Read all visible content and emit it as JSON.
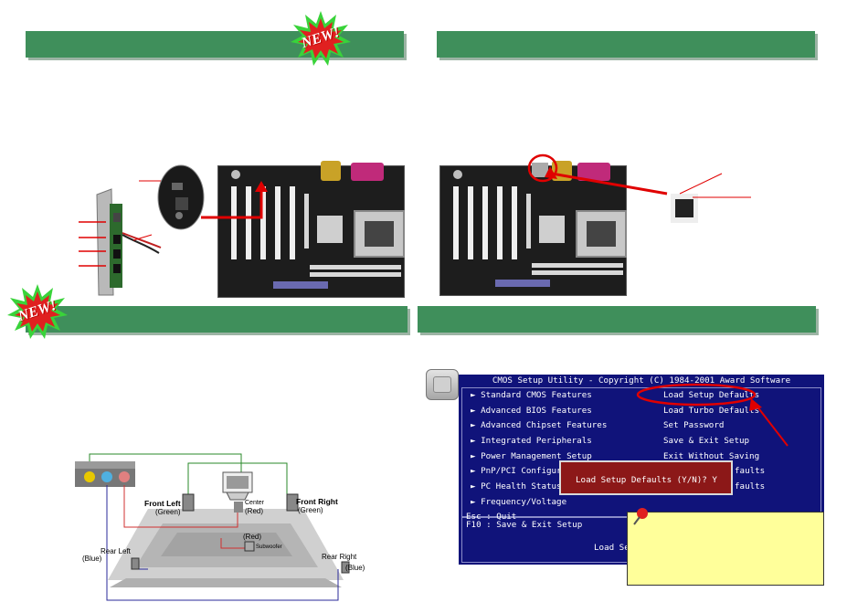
{
  "badges": {
    "new_top": "NEW!",
    "new_left": "NEW!"
  },
  "speaker": {
    "front_left": "Front Left",
    "front_left_color": "(Green)",
    "center": "Center",
    "center_color": "(Red)",
    "front_right": "Front Right",
    "front_right_color": "(Green)",
    "sub_color": "(Red)",
    "subwoofer": "Subwoofer",
    "rear_left": "Rear Left",
    "rear_left_color": "(Blue)",
    "rear_right": "Rear Right",
    "rear_right_color": "(Blue)"
  },
  "cmos": {
    "title": "CMOS Setup Utility - Copyright (C) 1984-2001 Award Software",
    "left_menu": [
      "► Standard CMOS Features",
      "► Advanced BIOS Features",
      "► Advanced Chipset Features",
      "► Integrated Peripherals",
      "► Power Management Setup",
      "► PnP/PCI Configura",
      "► PC Health Status",
      "► Frequency/Voltage"
    ],
    "right_menu": [
      "Load Setup Defaults",
      "Load Turbo Defaults",
      "Set Password",
      "Save & Exit Setup",
      "Exit Without Saving",
      "faults",
      "faults"
    ],
    "dialog": "Load Setup Defaults (Y/N)? Y",
    "esc": "Esc : Quit",
    "f10": "F10 : Save & Exit Setup",
    "bottom": "Load Se"
  },
  "colors": {
    "bar": "#3f8f5b",
    "cmos_bg": "#10137a",
    "dialog": "#8c1818",
    "note": "#ffff9a",
    "arrow": "#e00000"
  }
}
